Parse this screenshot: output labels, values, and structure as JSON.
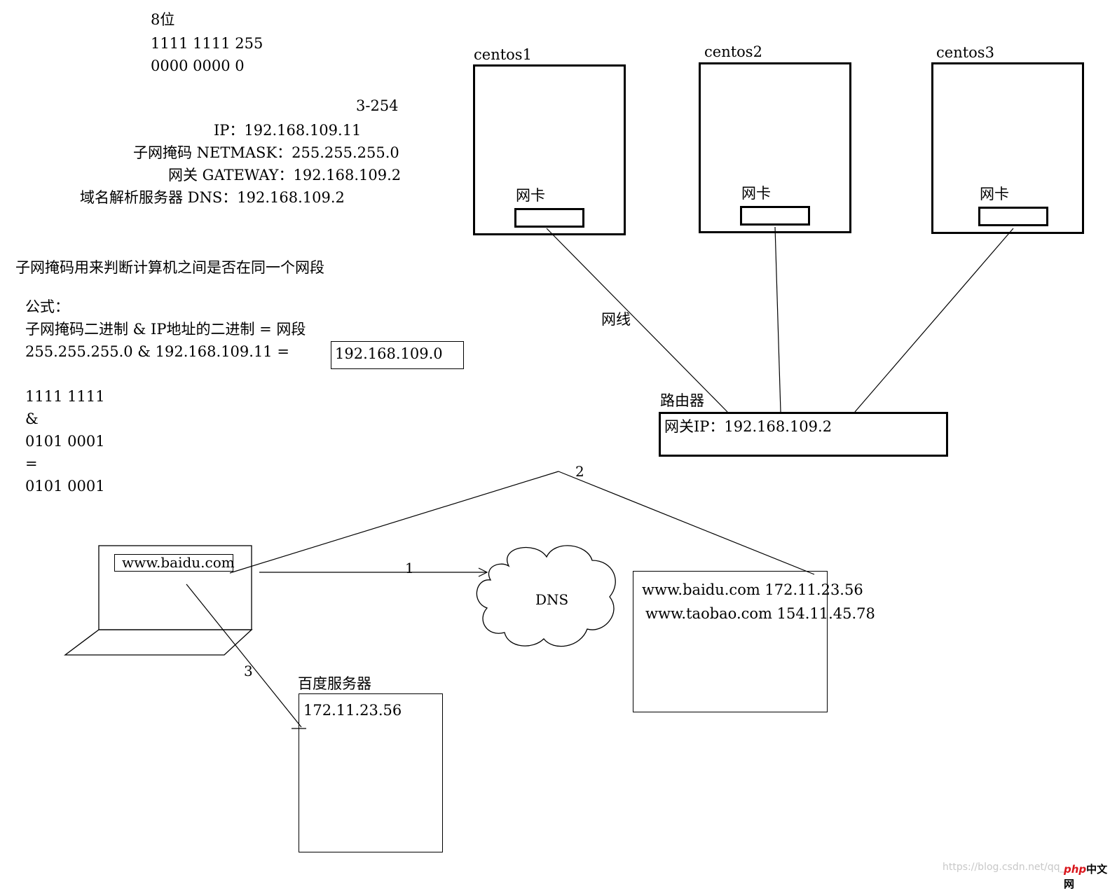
{
  "mask_notes": {
    "bits_label": "8位",
    "ones": "1111 1111 255",
    "zeros": "0000 0000 0",
    "range": "3-254",
    "ip_line": "IP：192.168.109.11",
    "netmask_line": "子网掩码 NETMASK：255.255.255.0",
    "gateway_line": "网关 GATEWAY：192.168.109.2",
    "dns_line": "域名解析服务器 DNS：192.168.109.2",
    "purpose": "子网掩码用来判断计算机之间是否在同一个网段",
    "formula_label": "公式：",
    "formula": "子网掩码二进制 & IP地址的二进制 = 网段",
    "example": "255.255.255.0 & 192.168.109.11 =",
    "example_result": "192.168.109.0",
    "bin_a": "1111 1111",
    "bin_op": "&",
    "bin_b": "0101 0001",
    "bin_eq": "=",
    "bin_r": "0101 0001"
  },
  "network": {
    "hosts": [
      {
        "name": "centos1",
        "nic": "网卡"
      },
      {
        "name": "centos2",
        "nic": "网卡"
      },
      {
        "name": "centos3",
        "nic": "网卡"
      }
    ],
    "cable_label": "网线",
    "router_label": "路由器",
    "router_ip": "网关IP：192.168.109.2"
  },
  "dns_flow": {
    "laptop_url": "www.baidu.com",
    "dns_label": "DNS",
    "step1": "1",
    "step2": "2",
    "step3": "3",
    "dns_table": [
      "www.baidu.com 172.11.23.56",
      "www.taobao.com 154.11.45.78"
    ],
    "server_label": "百度服务器",
    "server_ip": "172.11.23.56"
  },
  "watermark": {
    "url": "https://blog.csdn.net/qq_",
    "logo_php": "php",
    "logo_cn": "中文网"
  }
}
